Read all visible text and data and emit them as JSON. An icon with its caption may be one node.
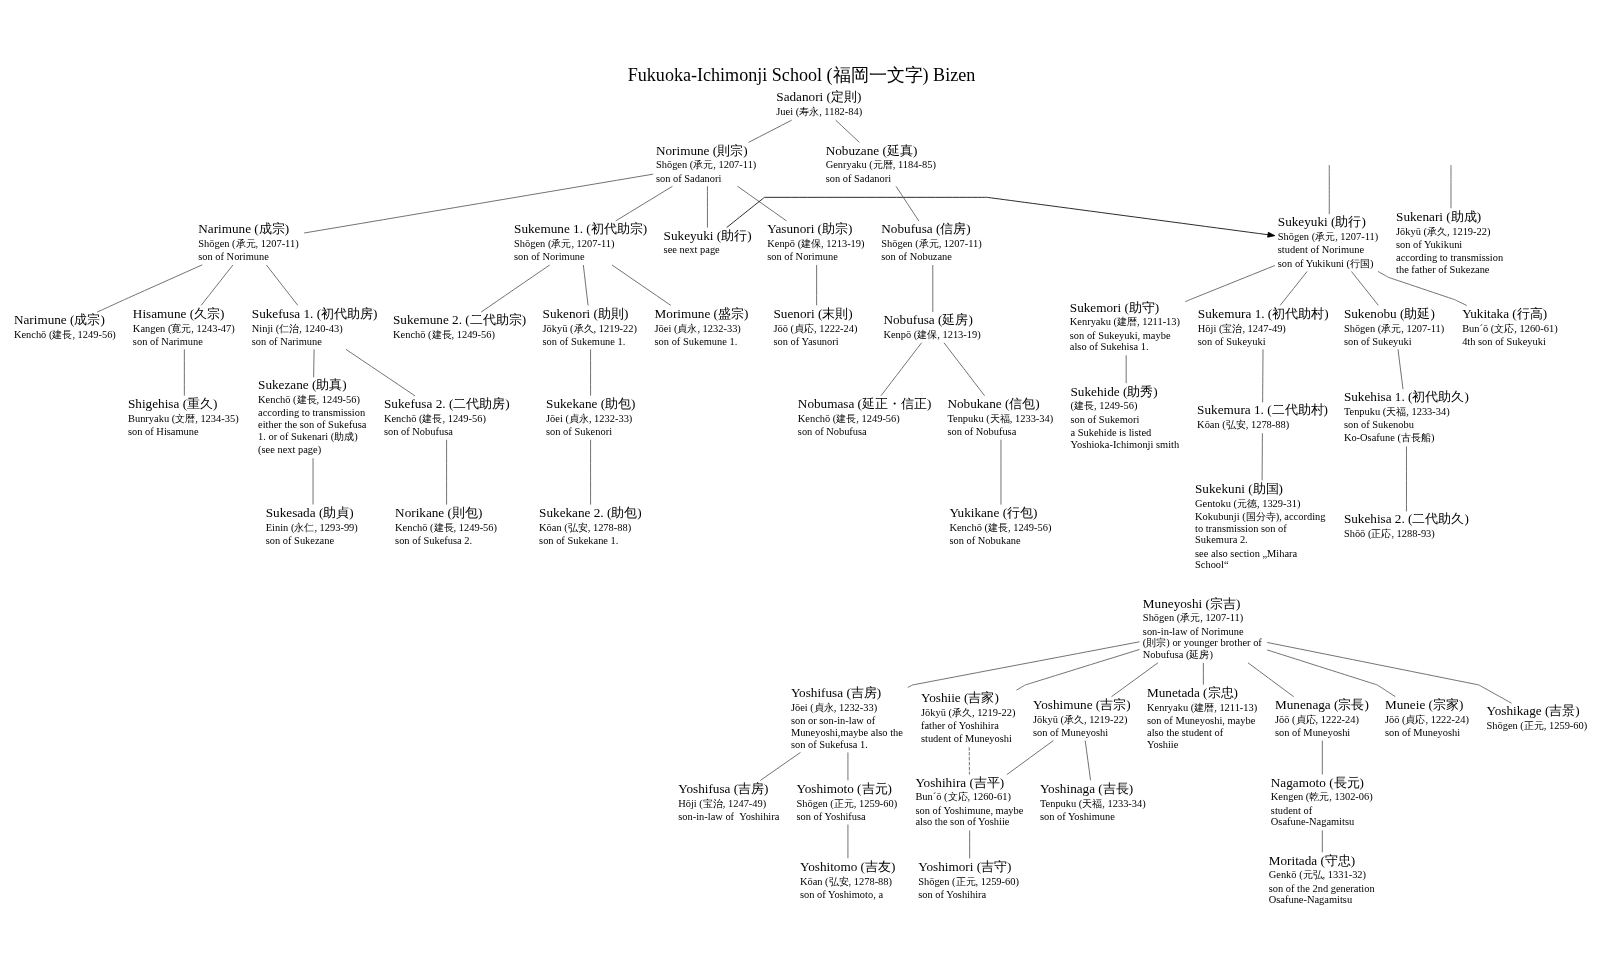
{
  "diagram": {
    "title": "Fukuoka-Ichimonji School (福岡一文字) Bizen",
    "nodes": [
      {
        "text": [
          "Sadanori (定則)",
          "Juei (寿永, 1182-84)"
        ]
      },
      {
        "text": [
          "Norimune (則宗)",
          "Shōgen (承元, 1207-11)",
          "son of Sadanori"
        ]
      },
      {
        "text": [
          "Narimune (成宗)",
          "Shōgen (承元, 1207-11)",
          "son of Norimune"
        ]
      },
      {
        "text": [
          "Sukemune 1. (初代助宗)",
          "Shōgen (承元, 1207-11)",
          "son of Norimune"
        ]
      },
      {
        "text": [
          "Sukeyuki (助行)",
          "see next page"
        ]
      },
      {
        "text": [
          "Yasunori (助宗)",
          "Kenpō (建保, 1213-19)",
          "son of Norimune"
        ]
      },
      {
        "text": [
          "Narimune (成宗)",
          "Kenchō (建長, 1249-56)"
        ]
      },
      {
        "text": [
          "Hisamune (久宗)",
          "Kangen (寛元, 1243-47)",
          "son of Narimune"
        ]
      },
      {
        "text": [
          "Sukemune 2. (二代助宗)",
          "Kenchō (建長, 1249-56)"
        ]
      },
      {
        "text": [
          "Sukenori (助則)",
          "Jōkyū (承久, 1219-22)",
          "son of Sukemune 1."
        ]
      },
      {
        "text": [
          "Morimune (盛宗)",
          "Jōei (貞永, 1232-33)",
          "son of Sukemune 1."
        ]
      },
      {
        "text": [
          "Suenori (末則)",
          "Jōō (貞応, 1222-24)",
          "son of Yasunori"
        ]
      },
      {
        "text": [
          "Shigehisa (重久)",
          "Bunryaku (文暦, 1234-35)",
          "son of Hisamune"
        ]
      },
      {
        "text": [
          "Sukefusa 1. (初代助房)",
          "Ninji (仁治, 1240-43)",
          "son of Narimune"
        ]
      },
      {
        "text": [
          "Sukekane (助包)",
          "Jōei (貞永, 1232-33)",
          "son of Sukenori"
        ]
      },
      {
        "text": [
          "Sukekane 2. (助包)",
          "Kōan (弘安, 1278-88)",
          "son of Sukekane 1."
        ]
      },
      {
        "text": [
          "Nobuzane (延真)",
          "Genryaku (元暦, 1184-85)",
          "son of Sadanori"
        ]
      },
      {
        "text": [
          "Nobufusa (信房)",
          "Shōgen (承元, 1207-11)",
          "son of Nobuzane"
        ]
      },
      {
        "text": [
          "Nobufusa (延房)",
          "Kenpō (建保, 1213-19)"
        ]
      },
      {
        "text": [
          "Sukezane (助真)",
          "Kenchō (建長, 1249-56)",
          "according to transmission either the son of Sukefusa 1. or of Sukenari (助成)",
          "(see next page)"
        ]
      },
      {
        "text": [
          "Sukefusa 2. (二代助房)",
          "Kenchō (建長, 1249-56)",
          "son of Nobufusa"
        ]
      },
      {
        "text": [
          "Sukesada (助貞)",
          "Einin (永仁, 1293-99)",
          "son of Sukezane"
        ]
      },
      {
        "text": [
          "Norikane (則包)",
          "Kenchō (建長, 1249-56)",
          "son of Sukefusa 2."
        ]
      },
      {
        "text": [
          "Nobumasa (延正・信正)",
          "Kenchō (建長, 1249-56)",
          "son of Nobufusa"
        ]
      },
      {
        "text": [
          "Nobukane (信包)",
          "Tenpuku (天福, 1233-34)",
          "son of Nobufusa"
        ]
      },
      {
        "text": [
          "Yukikane (行包)",
          "Kenchō (建長, 1249-56)",
          "son of Nobukane"
        ]
      },
      {
        "text": [
          "Sukeyuki (助行)",
          "Shōgen (承元, 1207-11)",
          "student of Norimune",
          "son of Yukikuni (行国)"
        ]
      },
      {
        "text": [
          "Sukenari (助成)",
          "Jōkyū (承久, 1219-22)",
          "son of Yukikuni",
          "according to transmission the father of Sukezane"
        ]
      },
      {
        "text": [
          "Sukemori (助守)",
          "Kenryaku (建暦, 1211-13)",
          "son of Sukeyuki, maybe also of Sukehisa 1."
        ]
      },
      {
        "text": [
          "Sukemura 1. (初代助村)",
          "Hōji (宝治, 1247-49)",
          "son of Sukeyuki"
        ]
      },
      {
        "text": [
          "Sukenobu (助延)",
          "Shōgen (承元, 1207-11)",
          "son of Sukeyuki"
        ]
      },
      {
        "text": [
          "Yukitaka (行高)",
          "Bun´ō (文応, 1260-61)",
          "4th son of Sukeyuki"
        ]
      },
      {
        "text": [
          "Sukehide (助秀)",
          "(建長, 1249-56)",
          "son of Sukemori",
          "a Sukehide is listed Yoshioka-Ichimonji smith"
        ]
      },
      {
        "text": [
          "Sukemura 1. (二代助村)",
          "Kōan (弘安, 1278-88)"
        ]
      },
      {
        "text": [
          "Sukehisa 1. (初代助久)",
          "Tenpuku (天福, 1233-34)",
          "son of Sukenobu",
          "Ko-Osafune (古長船)"
        ]
      },
      {
        "text": [
          "Sukekuni (助国)",
          "Gentoku (元徳, 1329-31)",
          "Kokubunji (国分寺), according to transmission son of Sukemura 2.",
          "see also section „Mihara School“"
        ]
      },
      {
        "text": [
          "Sukehisa 2. (二代助久)",
          "Shōō (正応, 1288-93)"
        ]
      },
      {
        "text": [
          "Muneyoshi (宗吉)",
          "Shōgen (承元, 1207-11)",
          "son-in-law of Norimune (則宗) or younger brother of Nobufusa (延房)"
        ]
      },
      {
        "text": [
          "Yoshifusa (吉房)",
          "Jōei (貞永, 1232-33)",
          "son or son-in-law of Muneyoshi,maybe also the son of Sukefusa 1."
        ]
      },
      {
        "text": [
          "Yoshiie (吉家)",
          "Jōkyū (承久, 1219-22)",
          "father of Yoshihira",
          "student of Muneyoshi"
        ]
      },
      {
        "text": [
          "Yoshimune (吉宗)",
          "Jōkyū (承久, 1219-22)",
          "son of Muneyoshi"
        ]
      },
      {
        "text": [
          "Munetada (宗忠)",
          "Kenryaku (建暦, 1211-13)",
          "son of Muneyoshi, maybe also the student of Yoshiie"
        ]
      },
      {
        "text": [
          "Munenaga (宗長)",
          "Jōō (貞応, 1222-24)",
          "son of Muneyoshi"
        ]
      },
      {
        "text": [
          "Muneie (宗家)",
          "Jōō (貞応, 1222-24)",
          "son of Muneyoshi"
        ]
      },
      {
        "text": [
          "Yoshihira (吉平)",
          "Bun´ō (文応, 1260-61)",
          "son of Yoshimune, maybe also the son of Yoshiie"
        ]
      },
      {
        "text": [
          "Yoshinaga (吉長)",
          "Tenpuku (天福, 1233-34)",
          "son of Yoshimune"
        ]
      },
      {
        "text": [
          "Nagamoto (長元)",
          "Kengen (乾元, 1302-06)",
          "student of Osafune-Nagamitsu"
        ]
      },
      {
        "text": [
          "Yoshifusa (吉房)",
          "Hōji (宝治, 1247-49)",
          "son-in-law of  Yoshihira"
        ]
      },
      {
        "text": [
          "Yoshimoto (吉元)",
          "Shōgen (正元, 1259-60)",
          "son of Yoshifusa"
        ]
      },
      {
        "text": [
          "Yoshimori (吉守)",
          "Shōgen (正元, 1259-60)",
          "son of Yoshihira"
        ]
      },
      {
        "text": [
          "Moritada (守忠)",
          "Genkō (元弘, 1331-32)",
          "son of the 2nd generation Osafune-Nagamitsu"
        ]
      },
      {
        "text": [
          "Yoshitomo (吉友)",
          "Kōan (弘安, 1278-88)",
          "son of Yoshimoto, a"
        ]
      },
      {
        "text": [
          "Yoshikage (吉景)",
          "Shōgen (正元, 1259-60)"
        ]
      }
    ],
    "edges": [
      {
        "from": 0,
        "to": 1,
        "arrow": "none"
      },
      {
        "from": 0,
        "to": 16,
        "arrow": "none"
      },
      {
        "from": 1,
        "to": 2,
        "arrow": "none"
      },
      {
        "from": 1,
        "to": 3,
        "arrow": "none"
      },
      {
        "from": 1,
        "to": 4,
        "arrow": "none"
      },
      {
        "from": 1,
        "to": 5,
        "arrow": "none"
      },
      {
        "from": 2,
        "to": 6,
        "arrow": "none"
      },
      {
        "from": 2,
        "to": 7,
        "arrow": "none"
      },
      {
        "from": 2,
        "to": 13,
        "arrow": "none"
      },
      {
        "from": 3,
        "to": 8,
        "arrow": "none"
      },
      {
        "from": 3,
        "to": 9,
        "arrow": "none"
      },
      {
        "from": 3,
        "to": 10,
        "arrow": "none"
      },
      {
        "from": 5,
        "to": 11,
        "arrow": "none"
      },
      {
        "from": 7,
        "to": 12,
        "arrow": "none"
      },
      {
        "from": 9,
        "to": 14,
        "arrow": "none"
      },
      {
        "from": 14,
        "to": 15,
        "arrow": "none"
      },
      {
        "from": 16,
        "to": 17,
        "arrow": "none"
      },
      {
        "from": 17,
        "to": 18,
        "arrow": "none"
      },
      {
        "from": 13,
        "to": 19,
        "arrow": "none"
      },
      {
        "from": 13,
        "to": 20,
        "arrow": "none"
      },
      {
        "from": 19,
        "to": 21,
        "arrow": "none"
      },
      {
        "from": 20,
        "to": 22,
        "arrow": "none"
      },
      {
        "from": 18,
        "to": 23,
        "arrow": "none"
      },
      {
        "from": 18,
        "to": 24,
        "arrow": "none"
      },
      {
        "from": 24,
        "to": 25,
        "arrow": "none"
      },
      {
        "from": null,
        "to": 26,
        "arrow": "none"
      },
      {
        "from": null,
        "to": 27,
        "arrow": "none"
      },
      {
        "from": 4,
        "to": 26,
        "arrow": "to"
      },
      {
        "from": 26,
        "to": 28,
        "arrow": "none"
      },
      {
        "from": 26,
        "to": 29,
        "arrow": "none"
      },
      {
        "from": 26,
        "to": 30,
        "arrow": "none"
      },
      {
        "from": 26,
        "to": 31,
        "arrow": "none"
      },
      {
        "from": 28,
        "to": 32,
        "arrow": "none"
      },
      {
        "from": 29,
        "to": 33,
        "arrow": "none"
      },
      {
        "from": 30,
        "to": 34,
        "arrow": "none"
      },
      {
        "from": 33,
        "to": 35,
        "arrow": "none"
      },
      {
        "from": 34,
        "to": 36,
        "arrow": "none"
      },
      {
        "from": 37,
        "to": 38,
        "arrow": "none"
      },
      {
        "from": 37,
        "to": 39,
        "arrow": "none"
      },
      {
        "from": 37,
        "to": 40,
        "arrow": "none"
      },
      {
        "from": 37,
        "to": 41,
        "arrow": "none"
      },
      {
        "from": 37,
        "to": 42,
        "arrow": "none"
      },
      {
        "from": 37,
        "to": 43,
        "arrow": "none"
      },
      {
        "from": 37,
        "to": 52,
        "arrow": "none"
      },
      {
        "from": 40,
        "to": 44,
        "arrow": "none"
      },
      {
        "from": 40,
        "to": 45,
        "arrow": "none"
      },
      {
        "from": 39,
        "to": 44,
        "arrow": "none",
        "style": "dashed"
      },
      {
        "from": 42,
        "to": 46,
        "arrow": "none"
      },
      {
        "from": 46,
        "to": 50,
        "arrow": "none"
      },
      {
        "from": 44,
        "to": 49,
        "arrow": "none"
      },
      {
        "from": 38,
        "to": 47,
        "arrow": "none"
      },
      {
        "from": 38,
        "to": 48,
        "arrow": "none"
      },
      {
        "from": 48,
        "to": 51,
        "arrow": "none"
      }
    ]
  }
}
